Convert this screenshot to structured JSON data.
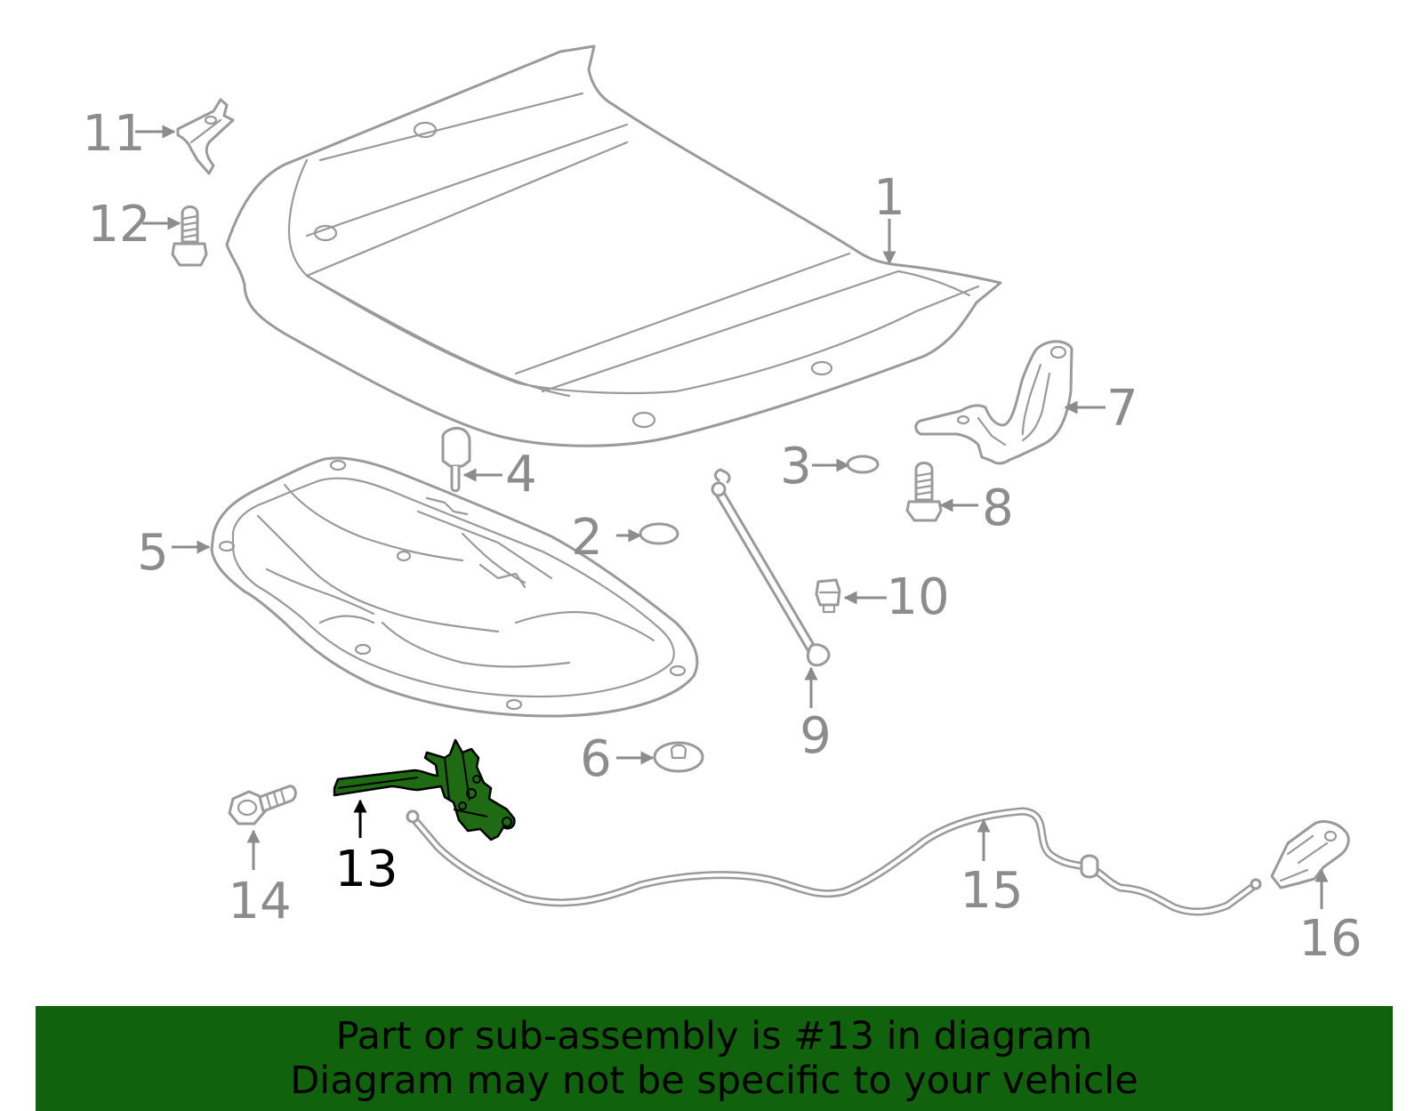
{
  "callouts": {
    "c1": "1",
    "c2": "2",
    "c3": "3",
    "c4": "4",
    "c5": "5",
    "c6": "6",
    "c7": "7",
    "c8": "8",
    "c9": "9",
    "c10": "10",
    "c11": "11",
    "c12": "12",
    "c13": "13",
    "c14": "14",
    "c15": "15",
    "c16": "16"
  },
  "highlighted_part": "13",
  "colors": {
    "highlight_fill": "#1e6b14",
    "banner_background": "#11620d",
    "line_gray": "#9a9a9a",
    "callout_gray": "#8c8c8c"
  },
  "banner": {
    "line1": "Part or sub-assembly is #13 in diagram",
    "line2": "Diagram may not be specific to your vehicle"
  }
}
